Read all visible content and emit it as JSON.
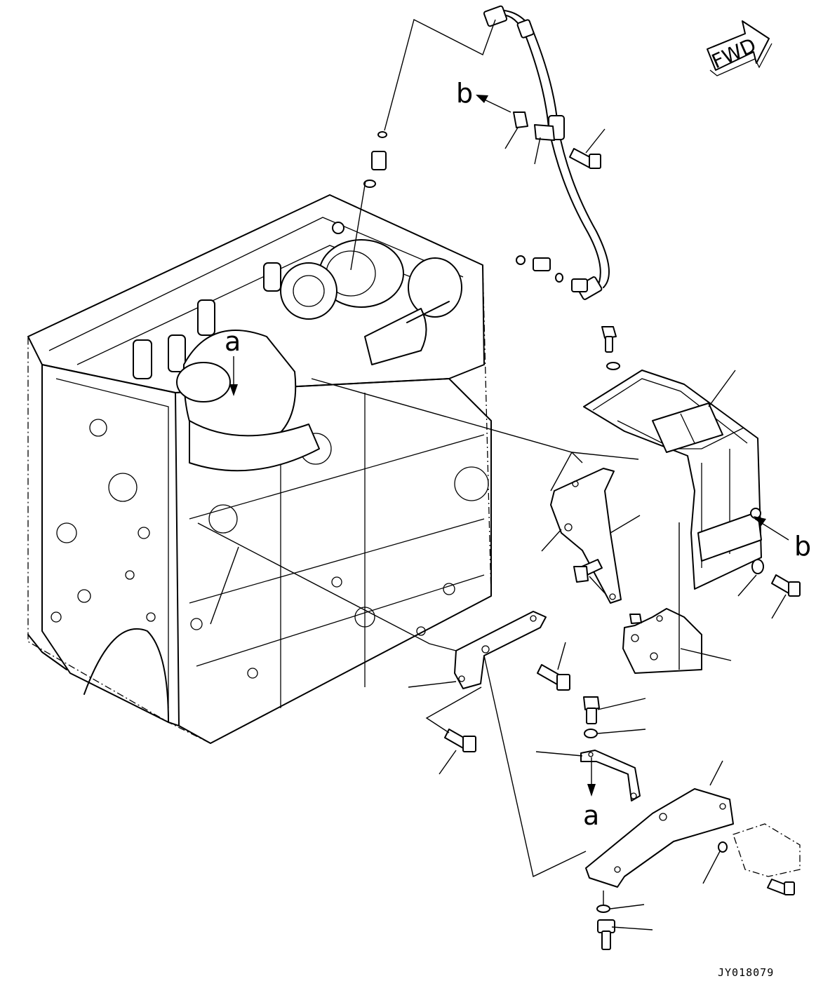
{
  "callouts": {
    "a_top": "a",
    "a_bottom": "a",
    "b_top": "b",
    "b_right": "b"
  },
  "direction_marker": {
    "label": "FWD",
    "icon": "fwd-arrow-icon"
  },
  "figure_code": "JY018079",
  "colors": {
    "line": "#000000",
    "background": "#ffffff"
  }
}
